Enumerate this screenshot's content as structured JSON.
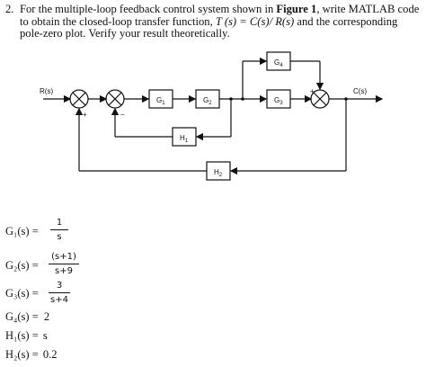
{
  "question": {
    "number": "2.",
    "lead": "For the multiple-loop feedback control system shown in",
    "figure_ref": "Figure 1",
    "mid": ", write MATLAB code to obtain the closed-loop transfer function,",
    "tf": "T (s) = C(s)/ R(s)",
    "tail": "and the corresponding pole-zero plot. Verify your result theoretically."
  },
  "diagram": {
    "input_label": "R(s)",
    "output_label": "C(s)",
    "blocks": {
      "g1": "G",
      "g1_sub": "1",
      "g2": "G",
      "g2_sub": "2",
      "g3": "G",
      "g3_sub": "3",
      "g4": "G",
      "g4_sub": "4",
      "h1": "H",
      "h1_sub": "1",
      "h2": "H",
      "h2_sub": "2"
    },
    "signs": {
      "plus": "+",
      "minus": "−"
    }
  },
  "equations": [
    {
      "lhs": "G₁(s) =",
      "num": "1",
      "den": "s"
    },
    {
      "lhs": "G₂(s) =",
      "num": "(s+1)",
      "den": "s+9"
    },
    {
      "lhs": "G₃(s) =",
      "num": "3",
      "den": "s+4"
    },
    {
      "lhs": "G₄(s) =",
      "rhs": "2"
    },
    {
      "lhs": "H₁(s) =",
      "rhs": "s"
    },
    {
      "lhs": "H₂(s) =",
      "rhs": "0.2"
    }
  ]
}
